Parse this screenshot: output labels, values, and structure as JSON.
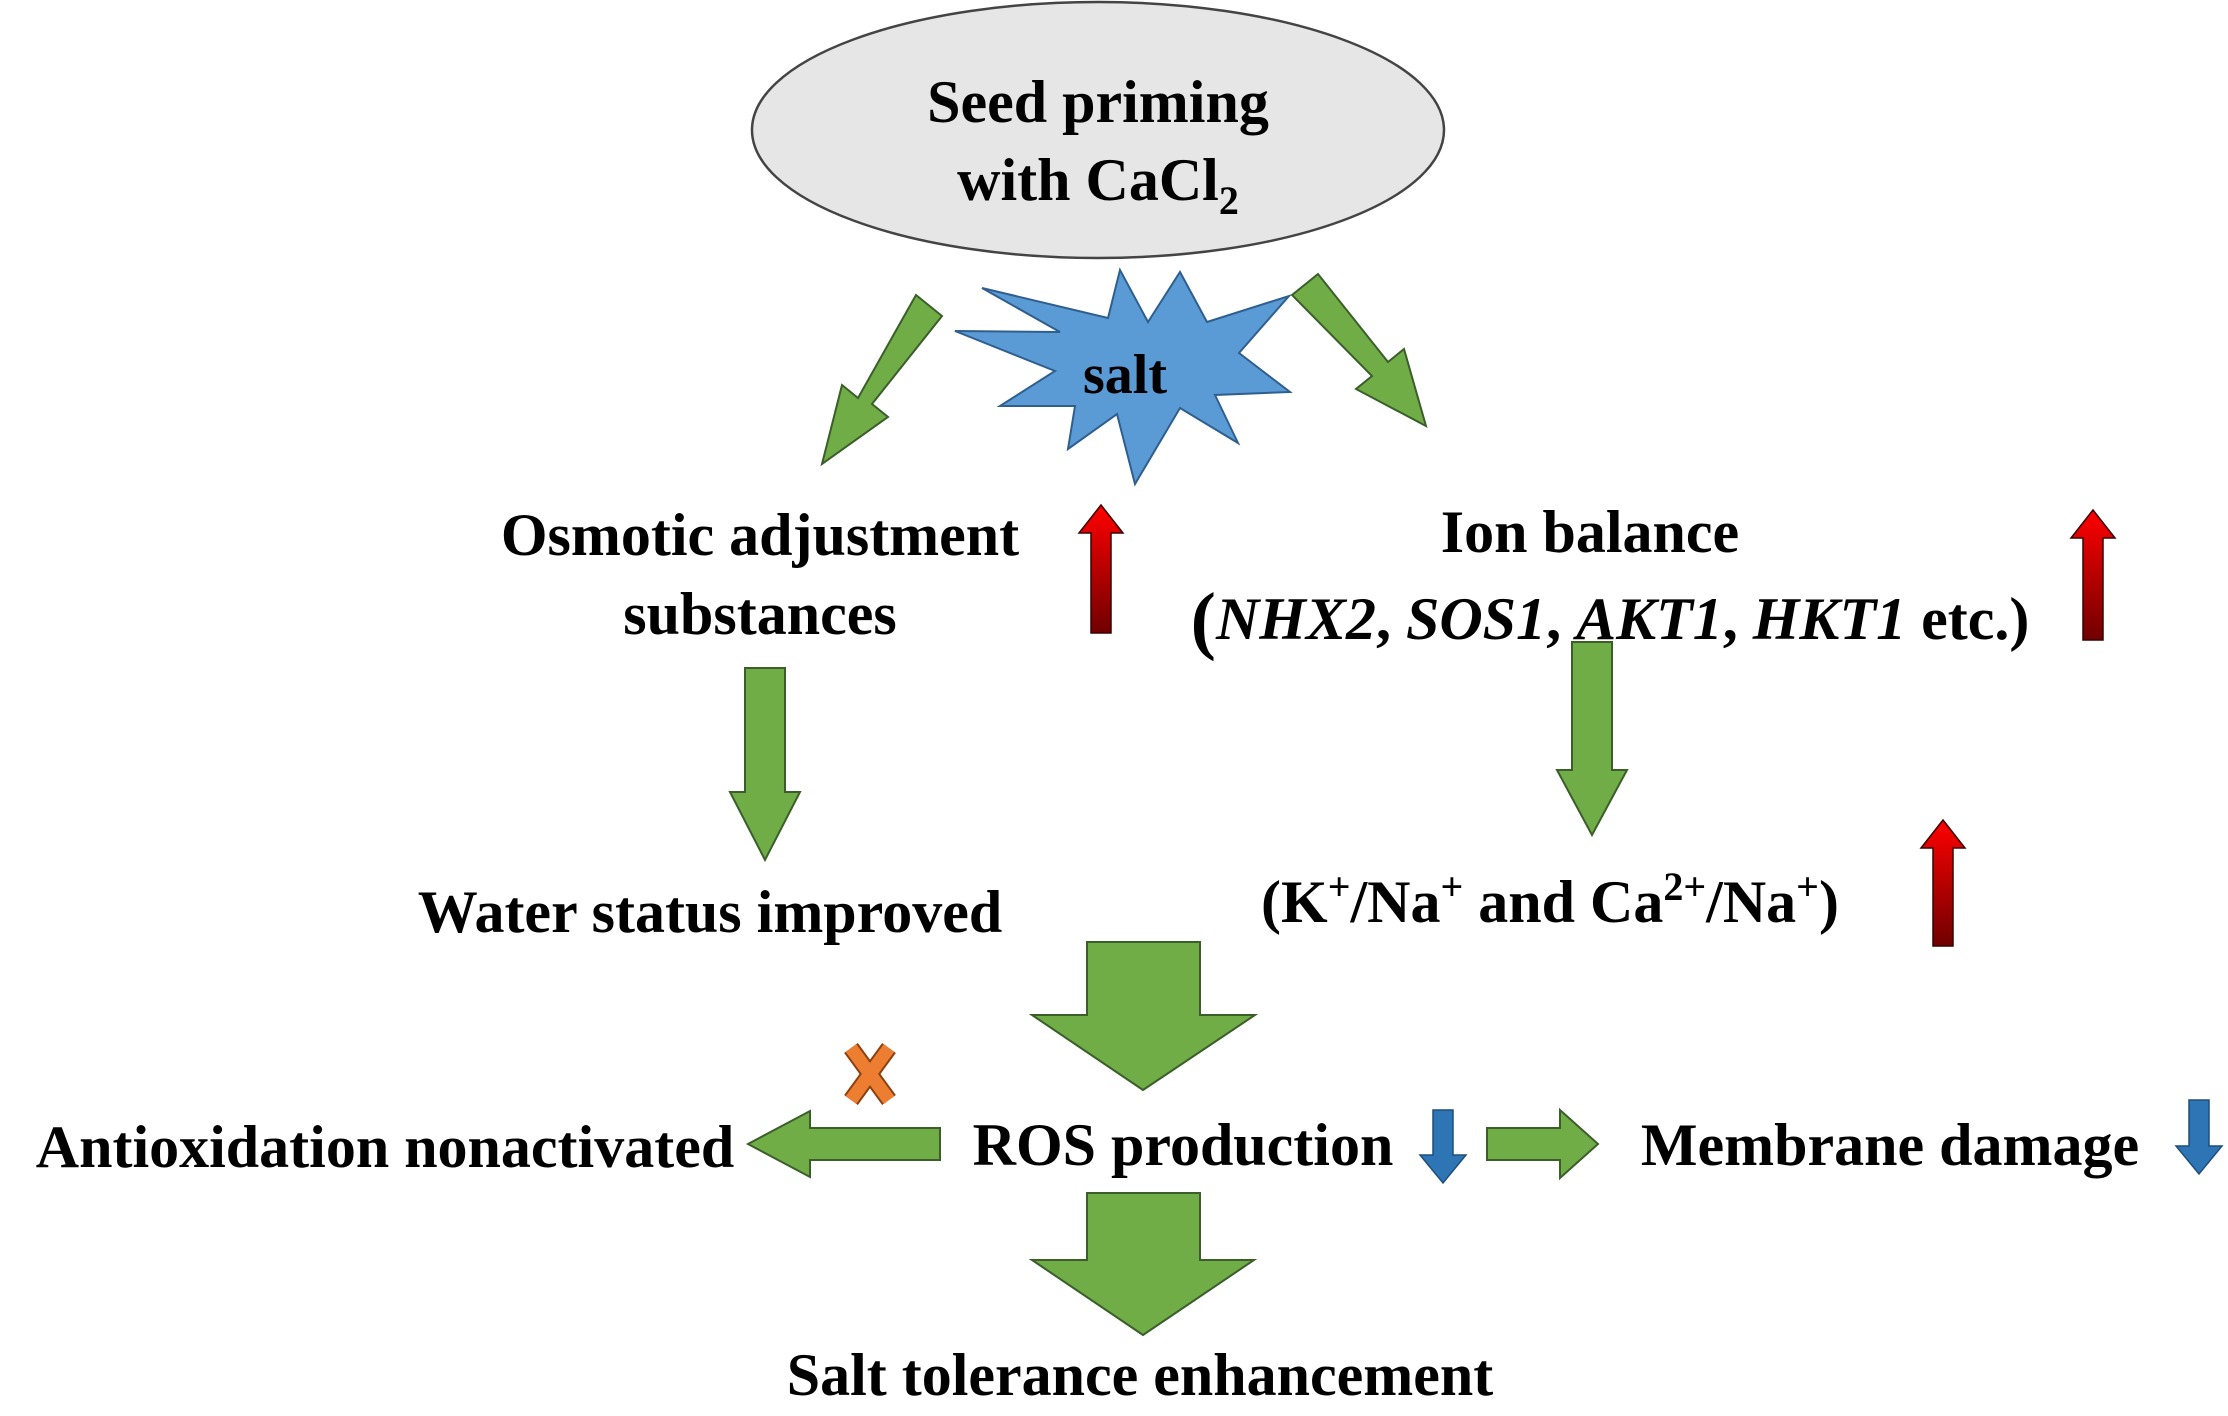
{
  "nodes": {
    "seed_priming": {
      "line1": "Seed priming",
      "line2_main": "with CaCl",
      "line2_sub": "2",
      "fill": "#e6e6e6"
    },
    "salt": {
      "label": "salt",
      "fill": "#5b9bd5"
    },
    "osmotic": {
      "line1": "Osmotic adjustment",
      "line2": "substances"
    },
    "ion_balance": {
      "line1": "Ion balance",
      "open_paren": "(",
      "gene1": "NHX2",
      "sep1": ", ",
      "gene2": "SOS1",
      "sep2": ", ",
      "gene3": "AKT1",
      "sep3": ", ",
      "gene4": "HKT1",
      "suffix": " etc.)"
    },
    "water_status": {
      "label": "Water status improved"
    },
    "ratio": {
      "p1": "(K",
      "sup1": "+",
      "p2": "/Na",
      "sup2": "+",
      "p3": " and Ca",
      "sup3": "2+",
      "p4": "/Na",
      "sup4": "+",
      "p5": ")"
    },
    "ros": {
      "label": "ROS production"
    },
    "antioxidation": {
      "label": "Antioxidation nonactivated"
    },
    "membrane": {
      "label": "Membrane damage"
    },
    "salt_tolerance": {
      "label": "Salt tolerance enhancement"
    }
  },
  "indicators": {
    "osmotic": "up",
    "ion_balance": "up",
    "ratio": "up",
    "ros": "down",
    "membrane": "down",
    "antioxidation": "blocked"
  },
  "colors": {
    "flow_arrow": "#70ad47",
    "flow_arrow_stroke": "#3b5e2b",
    "up_arrow_top": "#ff0000",
    "up_arrow_bottom": "#700000",
    "down_arrow": "#2e75b6",
    "block_mark": "#ed7d31",
    "text": "#000000"
  },
  "icons": {
    "up": "red-up-arrow-icon",
    "down": "blue-down-arrow-icon",
    "blocked": "orange-x-icon",
    "salt": "starburst-icon"
  }
}
